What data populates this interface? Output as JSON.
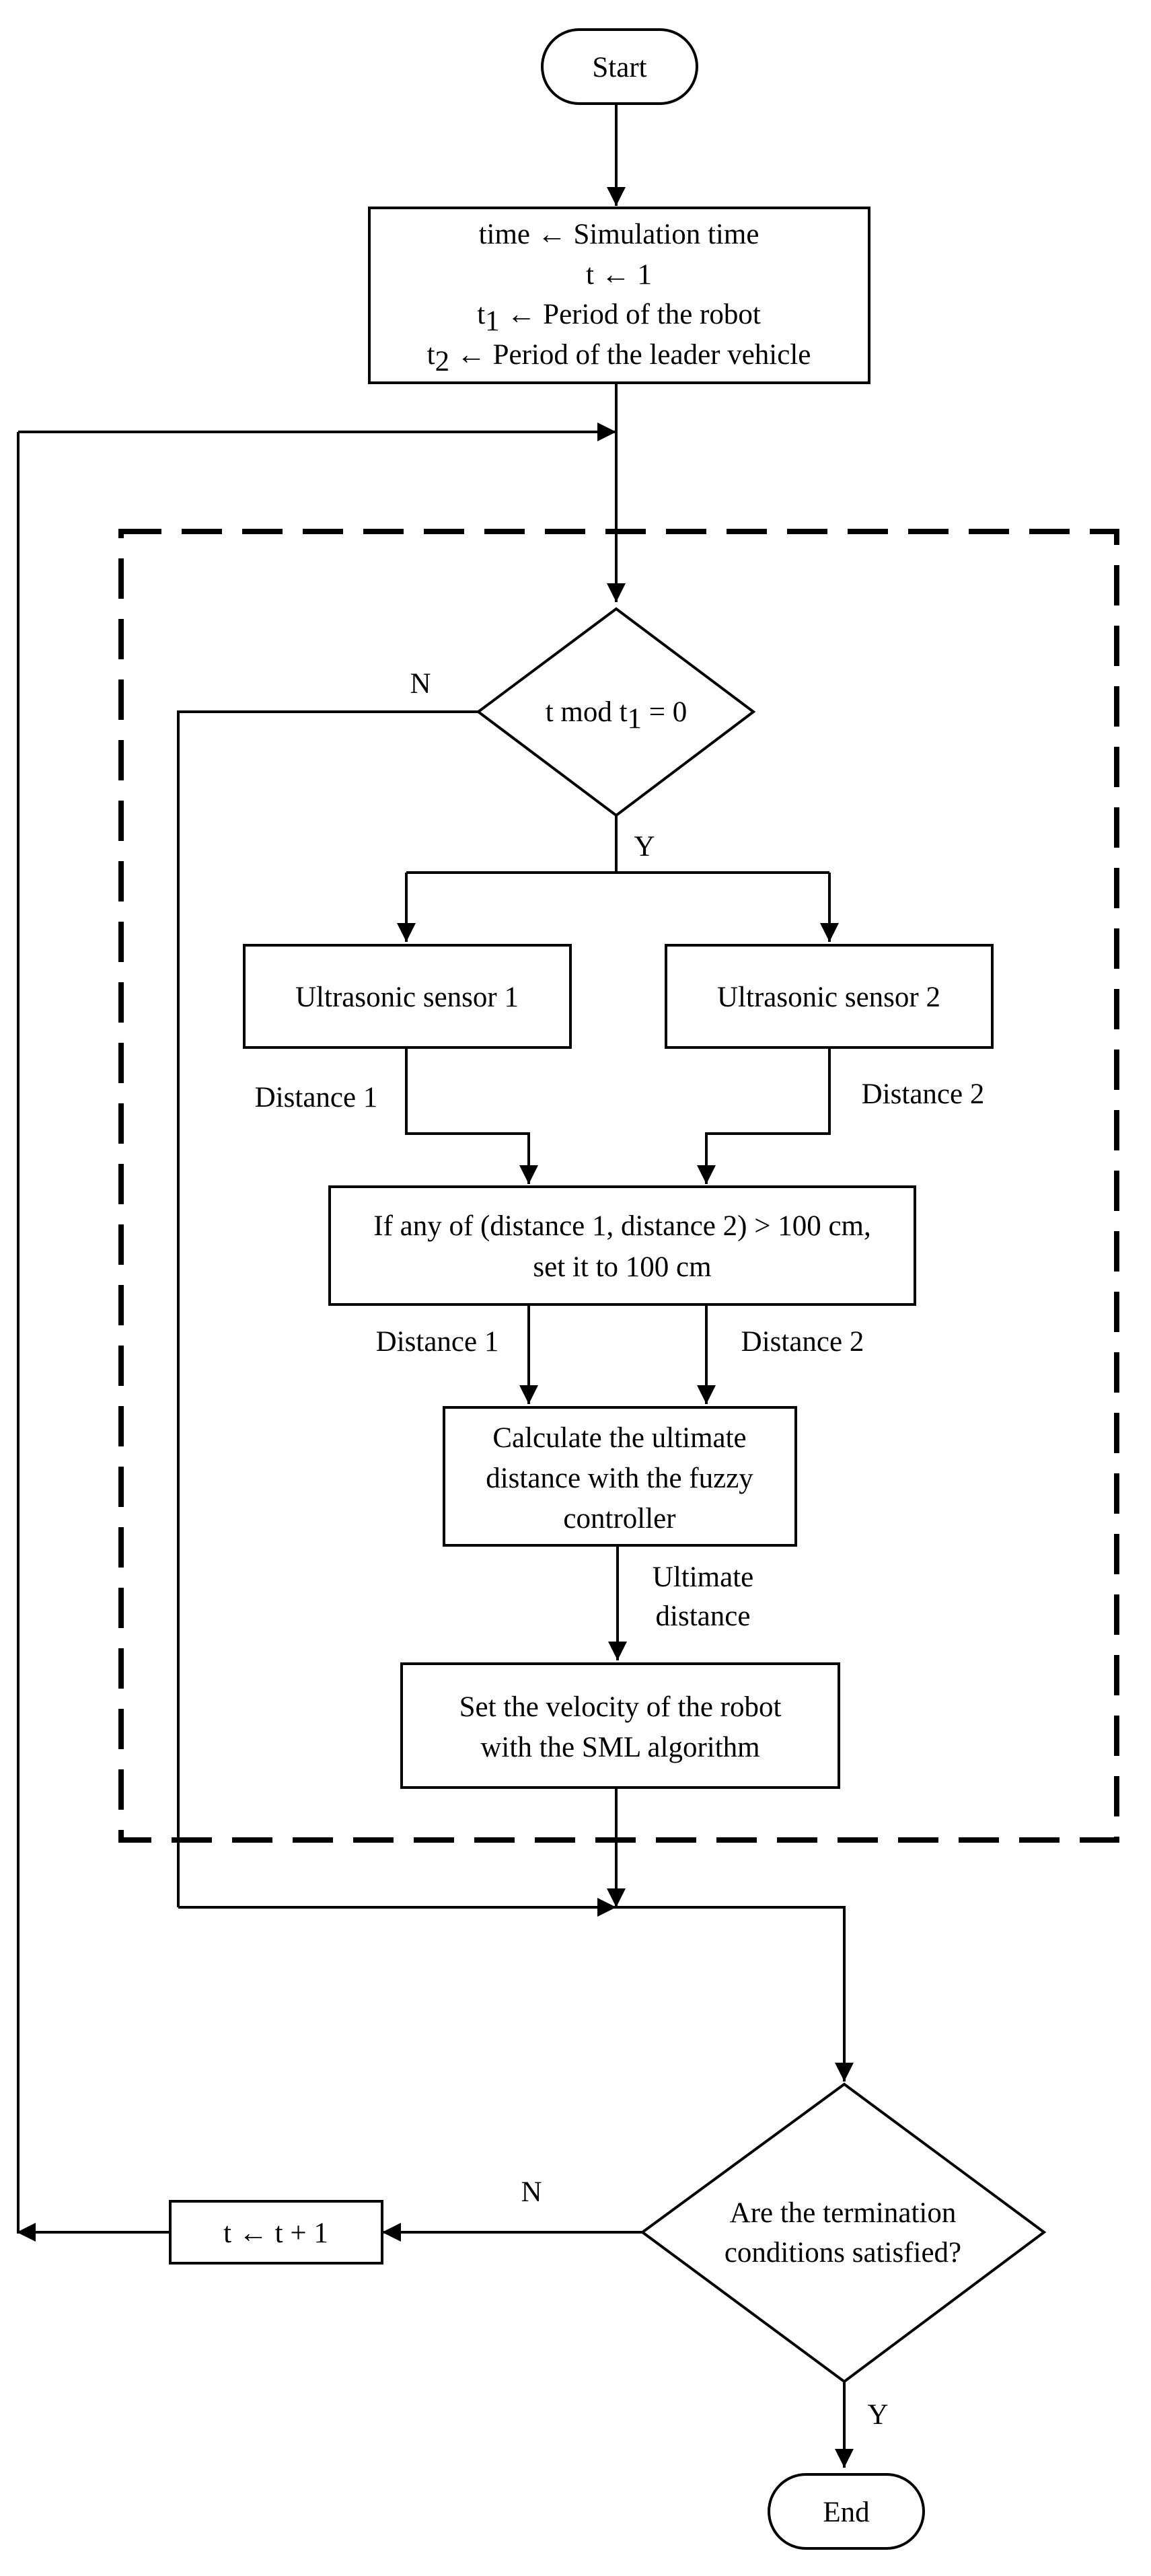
{
  "nodes": {
    "start": "Start",
    "init": {
      "line1": "time ← Simulation time",
      "line2": "t ← 1",
      "line3_pre": "t",
      "line3_sub": "1",
      "line3_post": " ← Period of the robot",
      "line4_pre": "t",
      "line4_sub": "2",
      "line4_post": " ← Period of the leader vehicle"
    },
    "decision_mod": {
      "pre": "t mod t",
      "sub": "1",
      "post": " = 0"
    },
    "sensor1": "Ultrasonic sensor 1",
    "sensor2": "Ultrasonic sensor 2",
    "clamp": {
      "line1": "If any of (distance 1, distance 2) > 100 cm,",
      "line2": "set it to 100 cm"
    },
    "fuzzy": {
      "line1": "Calculate the ultimate",
      "line2": "distance with the fuzzy",
      "line3": "controller"
    },
    "velocity": {
      "line1": "Set the velocity of the robot",
      "line2": "with the SML algorithm"
    },
    "increment": "t ← t + 1",
    "termination": {
      "line1": "Are the termination",
      "line2": "conditions satisfied?"
    },
    "end": "End"
  },
  "edge_labels": {
    "mod_no": "N",
    "mod_yes": "Y",
    "distance1_a": "Distance 1",
    "distance2_a": "Distance 2",
    "distance1_b": "Distance 1",
    "distance2_b": "Distance 2",
    "ultimate_1": "Ultimate",
    "ultimate_2": "distance",
    "term_no": "N",
    "term_yes": "Y"
  }
}
